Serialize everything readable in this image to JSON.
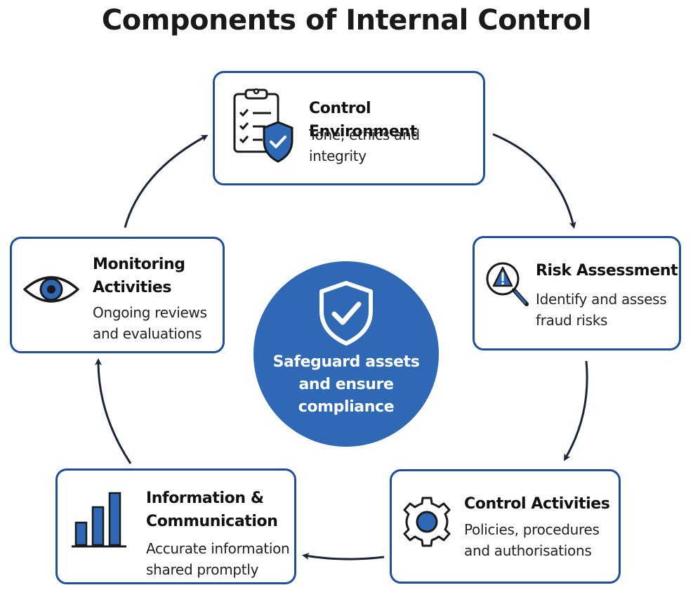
{
  "title": "Components of Internal Control",
  "colors": {
    "accent": "#2f68b4",
    "card_border": "#1f4e9c",
    "arrow": "#1c2538",
    "text": "#111111"
  },
  "center": {
    "icon": "shield-check-icon",
    "text": "Safeguard assets\nand ensure\ncompliance"
  },
  "components": [
    {
      "heading": "Control Environment",
      "description": "Tone, ethics and\nintegrity",
      "icon": "checklist-shield-icon"
    },
    {
      "heading": "Risk Assessment",
      "description": "Identify and assess\nfraud risks",
      "icon": "warning-magnifier-icon"
    },
    {
      "heading": "Control Activities",
      "description": "Policies, procedures\nand authorisations",
      "icon": "gear-icon"
    },
    {
      "heading": "Information &\nCommunication",
      "description": "Accurate information\nshared promptly",
      "icon": "bar-chart-icon"
    },
    {
      "heading": "Monitoring\nActivities",
      "description": "Ongoing reviews\nand evaluations",
      "icon": "eye-icon"
    }
  ]
}
